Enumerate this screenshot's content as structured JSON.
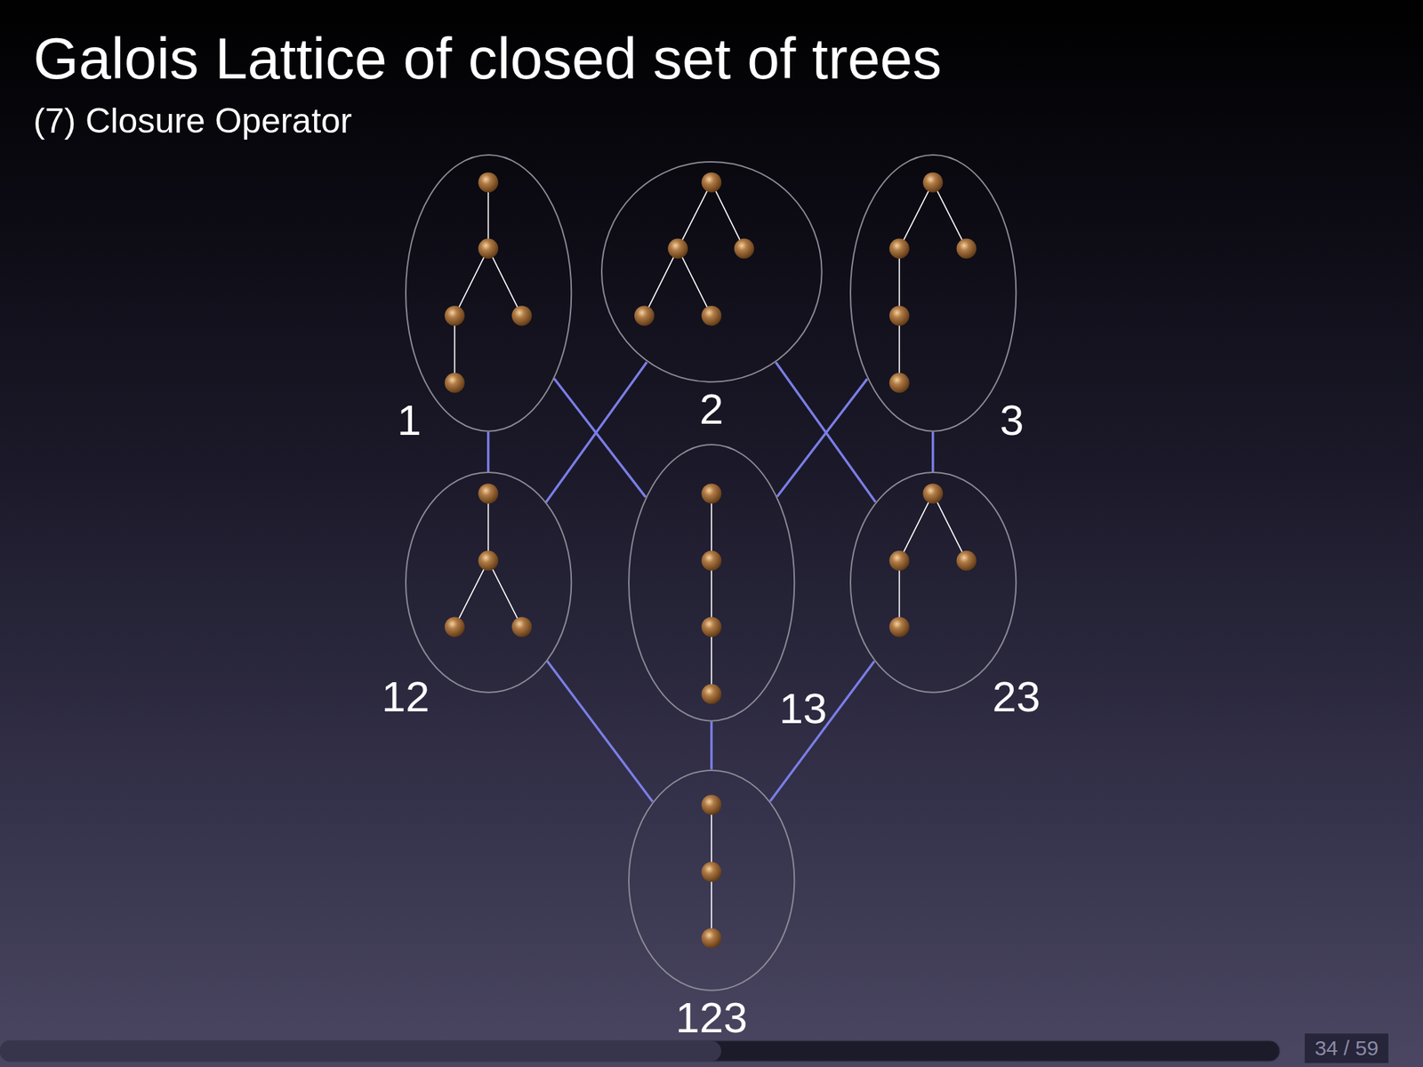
{
  "diagram": {
    "title": "Galois Lattice of closed set of trees",
    "nodes": [
      {
        "text": [
          "1"
        ]
      },
      {
        "text": [
          "2"
        ]
      },
      {
        "text": [
          "3"
        ]
      },
      {
        "text": [
          "12"
        ]
      },
      {
        "text": [
          "13"
        ]
      },
      {
        "text": [
          "23"
        ]
      },
      {
        "text": [
          "123"
        ]
      }
    ],
    "edges": [
      {
        "from": 0,
        "to": 3,
        "arrow": "none"
      },
      {
        "from": 0,
        "to": 4,
        "arrow": "none"
      },
      {
        "from": 1,
        "to": 3,
        "arrow": "none"
      },
      {
        "from": 1,
        "to": 5,
        "arrow": "none"
      },
      {
        "from": 2,
        "to": 4,
        "arrow": "none"
      },
      {
        "from": 2,
        "to": 5,
        "arrow": "none"
      },
      {
        "from": 3,
        "to": 6,
        "arrow": "none"
      },
      {
        "from": 4,
        "to": 6,
        "arrow": "none"
      },
      {
        "from": 5,
        "to": 6,
        "arrow": "none"
      }
    ],
    "labels": [
      "(7) Closure Operator",
      "34 / 59"
    ]
  }
}
